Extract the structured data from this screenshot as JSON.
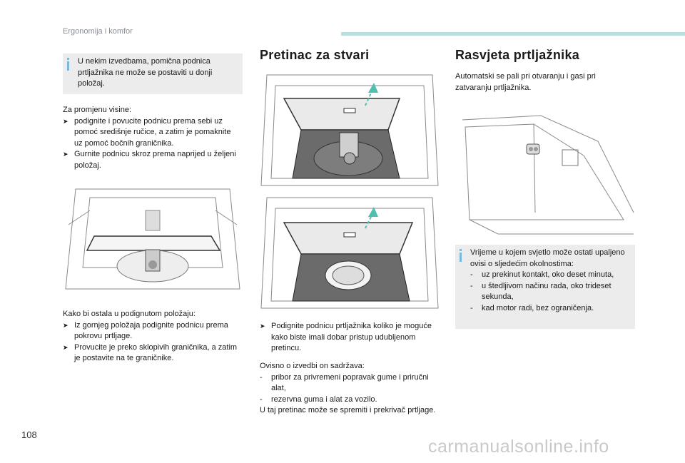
{
  "header": {
    "section": "Ergonomija i komfor"
  },
  "left": {
    "note": "U nekim izvedbama, pomična podnica prtljažnika ne može se postaviti u donji položaj.",
    "height_intro": "Za promjenu visine:",
    "height_steps": [
      "podignite i povucite podnicu prema sebi uz pomoć središnje ručice, a zatim je pomaknite uz pomoć bočnih graničnika.",
      "Gurnite podnicu skroz prema naprijed u željeni položaj."
    ],
    "raised_intro": "Kako bi ostala u podignutom položaju:",
    "raised_steps": [
      "Iz gornjeg položaja podignite podnicu prema pokrovu prtljage.",
      "Provucite je preko sklopivih graničnika, a zatim je postavite na te graničnike."
    ]
  },
  "middle": {
    "title": "Pretinac za stvari",
    "step": "Podignite podnicu prtljažnika koliko je moguće kako biste imali dobar pristup udubljenom pretincu.",
    "contents_intro": "Ovisno o izvedbi on sadržava:",
    "contents": [
      "pribor za privremeni popravak gume i priručni alat,",
      "rezervna guma i alat za vozilo."
    ],
    "closing": "U taj pretinac može se spremiti i prekrivač prtljage."
  },
  "right": {
    "title": "Rasvjeta prtljažnika",
    "intro": "Automatski se pali pri otvaranju i gasi pri zatvaranju prtljažnika.",
    "note_intro": "Vrijeme u kojem svjetlo može ostati upaljeno ovisi o sljedećim okolnostima:",
    "note_items": [
      "uz prekinut kontakt, oko deset minuta,",
      "u štedljivom načinu rada, oko trideset sekunda,",
      "kad motor radi, bez ograničenja."
    ]
  },
  "footer": {
    "page": "108",
    "watermark": "carmanualsonline.info"
  },
  "icons": {
    "bullet": "arrow-bullet-icon",
    "note": "info-note-icon"
  },
  "colors": {
    "accent": "#b4e2dc",
    "note_bg": "#ececec",
    "note_icon": "#7bb8e0",
    "arrow": "#4fc0b0"
  }
}
